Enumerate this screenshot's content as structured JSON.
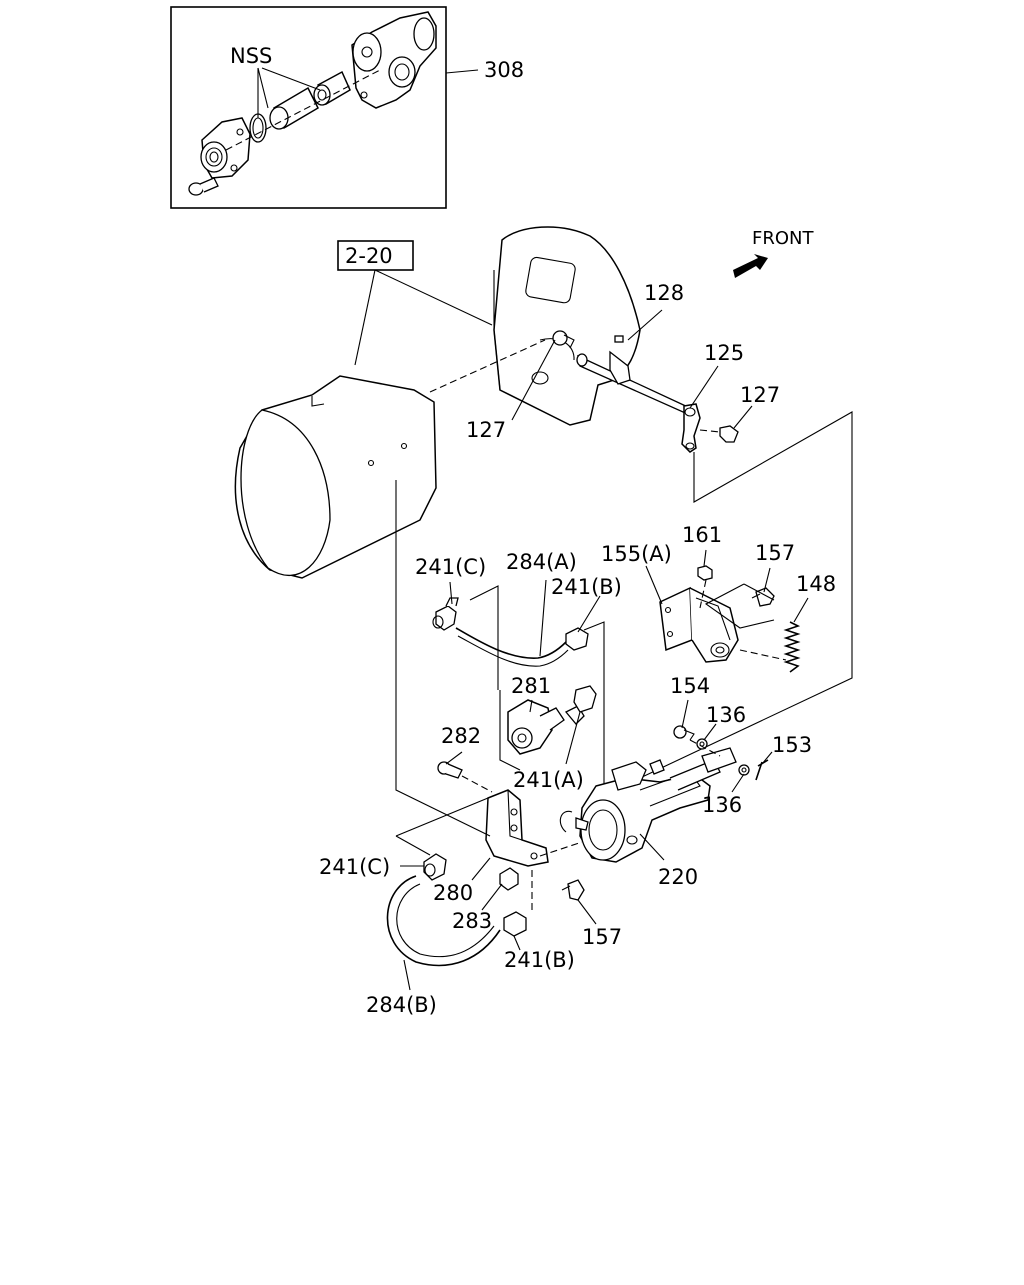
{
  "diagram": {
    "direction_label": "FRONT",
    "reference_box": "2-20",
    "inset_group": "308",
    "inset_note": "NSS",
    "callouts": {
      "c128": "128",
      "c125": "125",
      "c127_left": "127",
      "c127_right": "127",
      "c241c_top": "241(C)",
      "c284a": "284(A)",
      "c241b_top": "241(B)",
      "c155a": "155(A)",
      "c161": "161",
      "c157_top": "157",
      "c148": "148",
      "c281": "281",
      "c154": "154",
      "c136_top": "136",
      "c153": "153",
      "c282": "282",
      "c241a": "241(A)",
      "c136_bottom": "136",
      "c241c_bottom": "241(C)",
      "c280": "280",
      "c220": "220",
      "c283": "283",
      "c157_bottom": "157",
      "c241b_bottom": "241(B)",
      "c284b": "284(B)"
    }
  }
}
